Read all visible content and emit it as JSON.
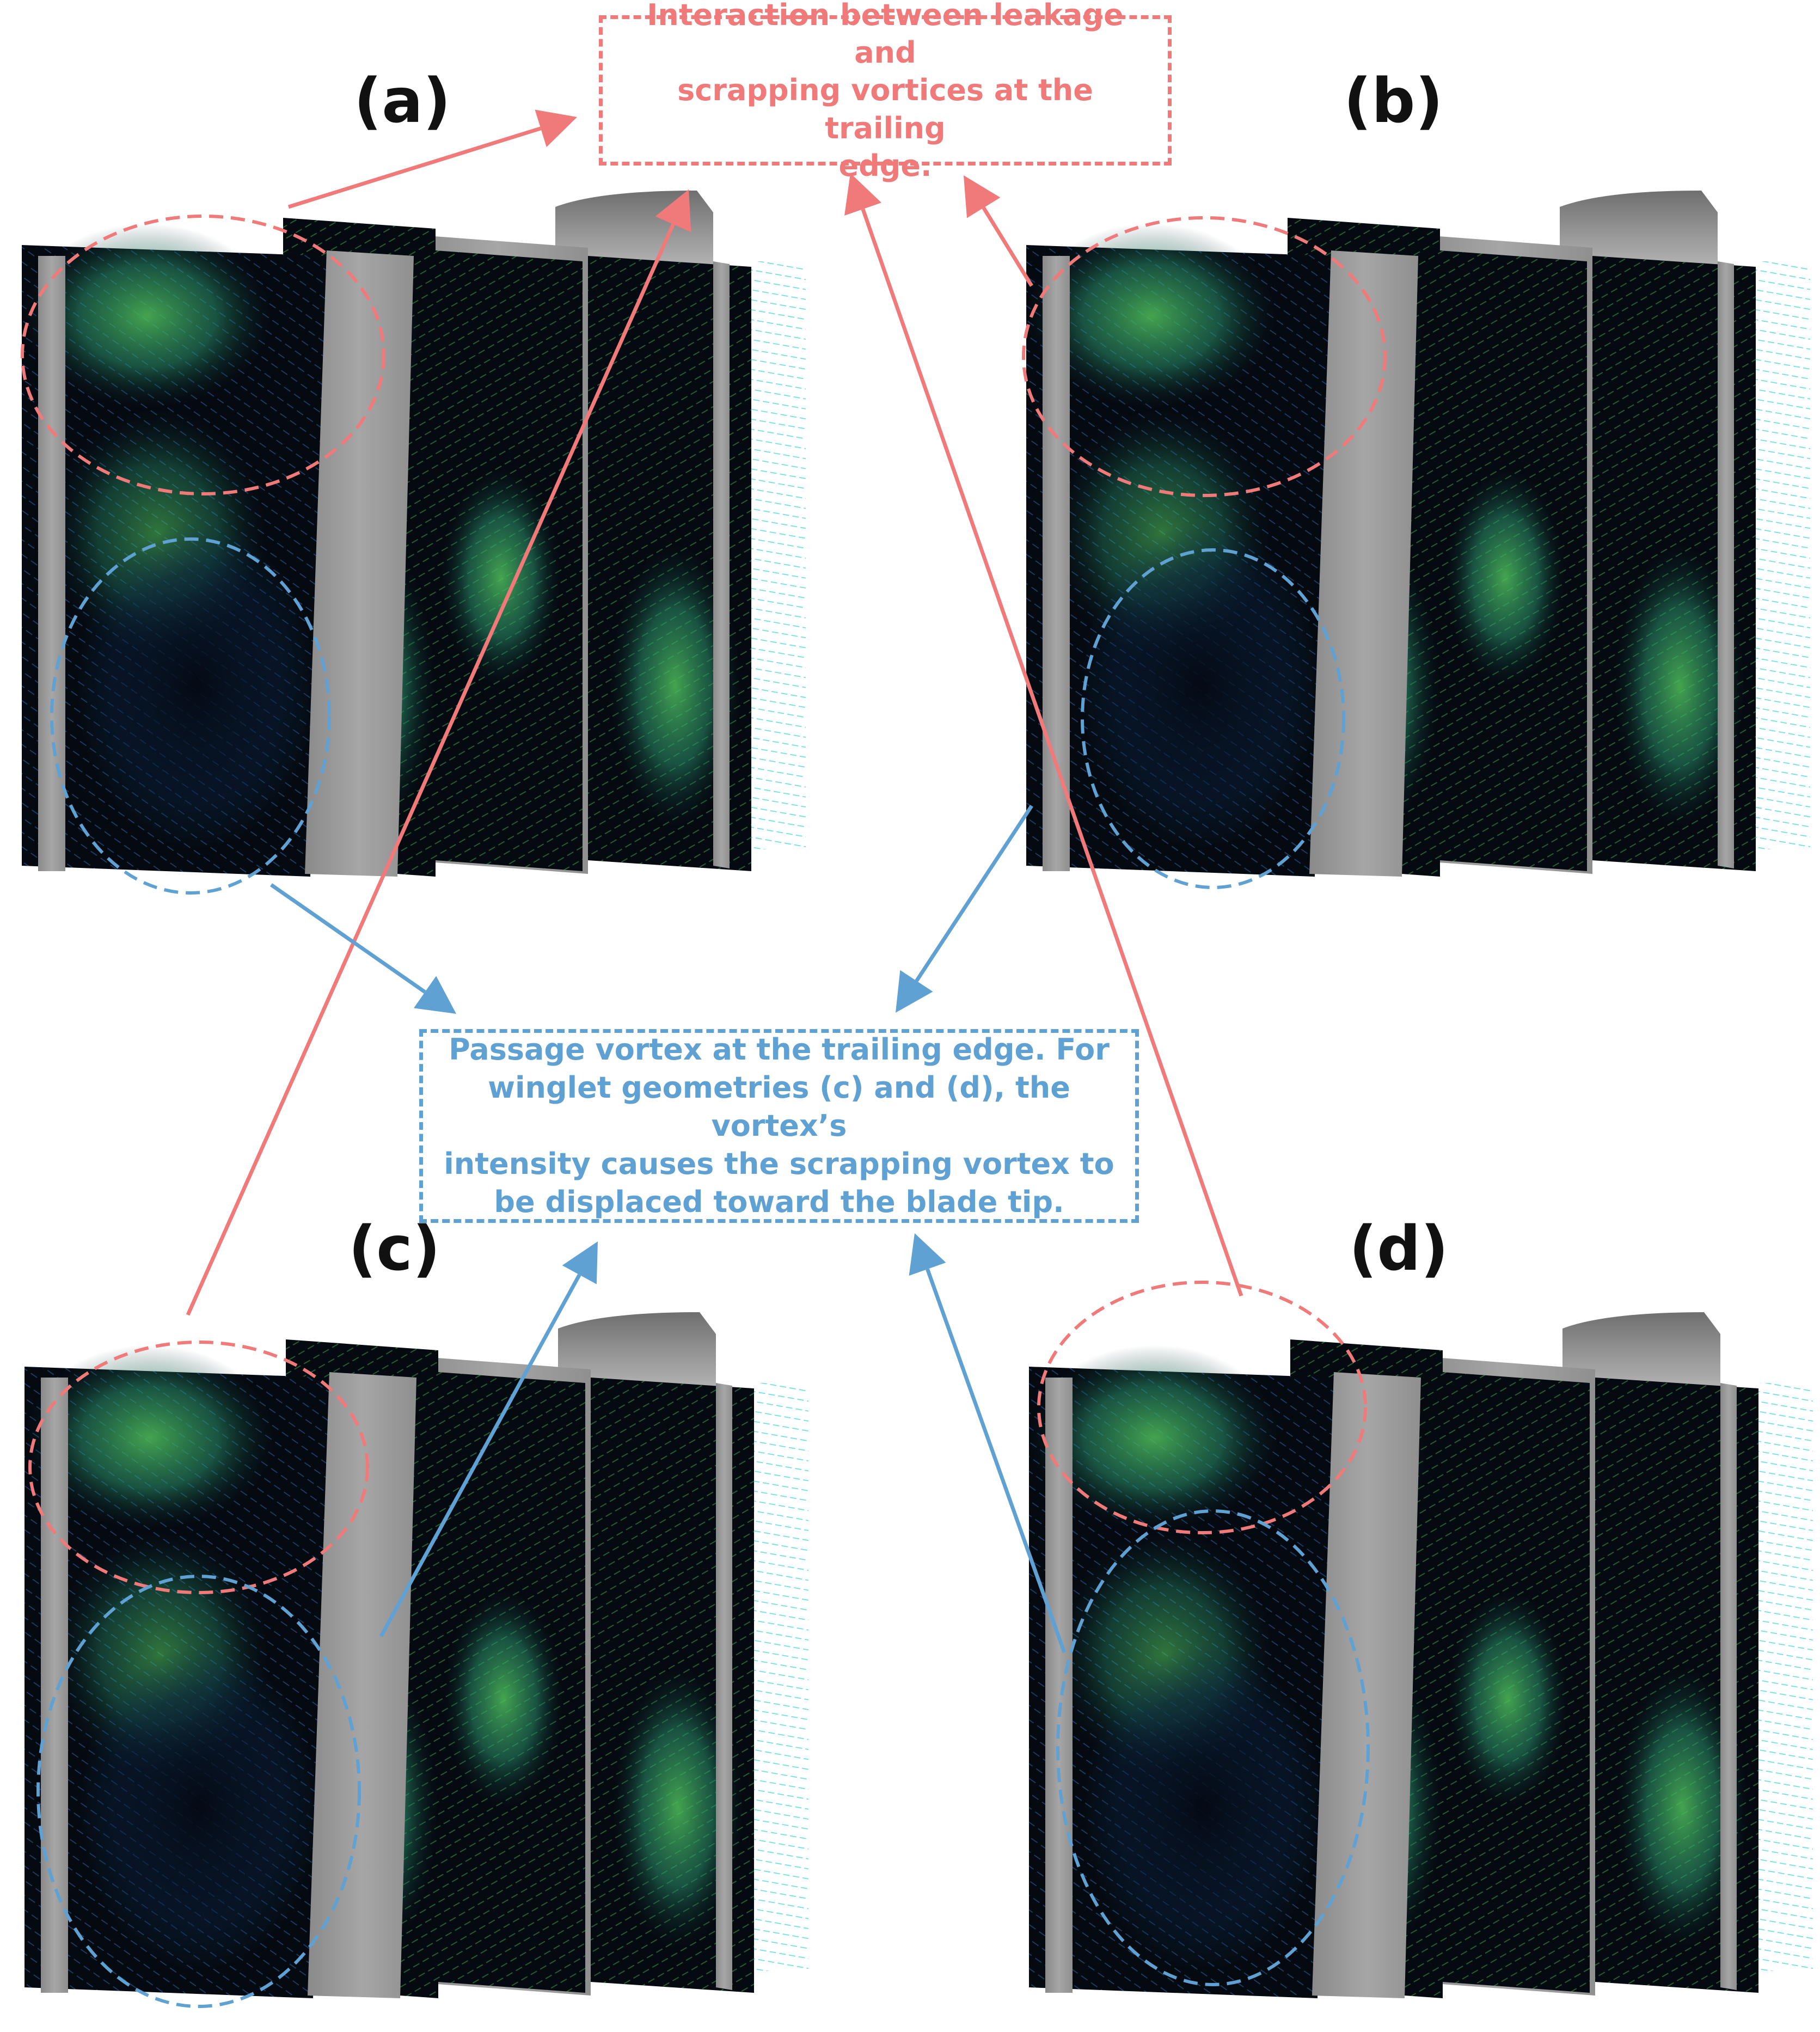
{
  "panels": [
    {
      "id": "a",
      "label": "(a)"
    },
    {
      "id": "b",
      "label": "(b)"
    },
    {
      "id": "c",
      "label": "(c)"
    },
    {
      "id": "d",
      "label": "(d)"
    }
  ],
  "callouts": {
    "leakage": "Interaction between leakage and\nscrapping vortices at the trailing\nedge.",
    "passage": "Passage vortex at the trailing edge. For\nwinglet geometries (c) and (d), the vortex’s\nintensity causes the scrapping vortex to\nbe displaced toward the blade tip."
  },
  "colors": {
    "leakage_annotation": "#f07a7a",
    "passage_annotation": "#5fa1d3",
    "blade_grey": "#9a9a9a",
    "field_background": "#050a10",
    "vector_green": "#3fae5a",
    "vector_cyan": "#2ad0d8"
  }
}
